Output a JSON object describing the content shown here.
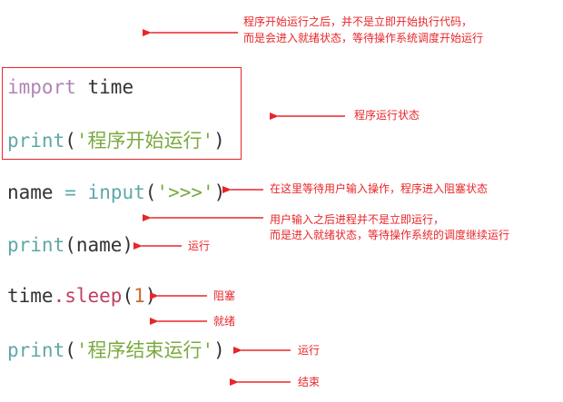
{
  "code_lines": {
    "import_kw": "import",
    "import_mod": "time",
    "print1_fn": "print",
    "print1_open": "(",
    "print1_str": "'程序开始运行'",
    "print1_close": ")",
    "input_var": "name",
    "input_eq": "=",
    "input_fn": "input",
    "input_open": "(",
    "input_str": "'>>>'",
    "input_close": ")",
    "print2_fn": "print",
    "print2_args": "(name)",
    "sleep_mod": "time",
    "sleep_dot": ".",
    "sleep_fn": "sleep",
    "sleep_open": "(",
    "sleep_num": "1",
    "sleep_close": ")",
    "print3_fn": "print",
    "print3_open": "(",
    "print3_str": "'程序结束运行'",
    "print3_close": ")"
  },
  "annotations": {
    "start_line1": "程序开始运行之后，并不是立即开始执行代码，",
    "start_line2": "而是会进入就绪状态，等待操作系统调度开始运行",
    "running_state": "程序运行状态",
    "blocked_input": "在这里等待用户输入操作，程序进入阻塞状态",
    "after_input_line1": "用户输入之后进程并不是立即运行，",
    "after_input_line2": "而是进入就绪状态，等待操作系统的调度继续运行",
    "run1": "运行",
    "blocked": "阻塞",
    "ready": "就绪",
    "run2": "运行",
    "end": "结束"
  },
  "colors": {
    "annotation": "#e8262a",
    "keyword": "#b084b4",
    "builtin": "#5fa8a8",
    "string": "#7aaa3e",
    "number": "#c96a2e",
    "method": "#c04060",
    "text": "#333333"
  }
}
